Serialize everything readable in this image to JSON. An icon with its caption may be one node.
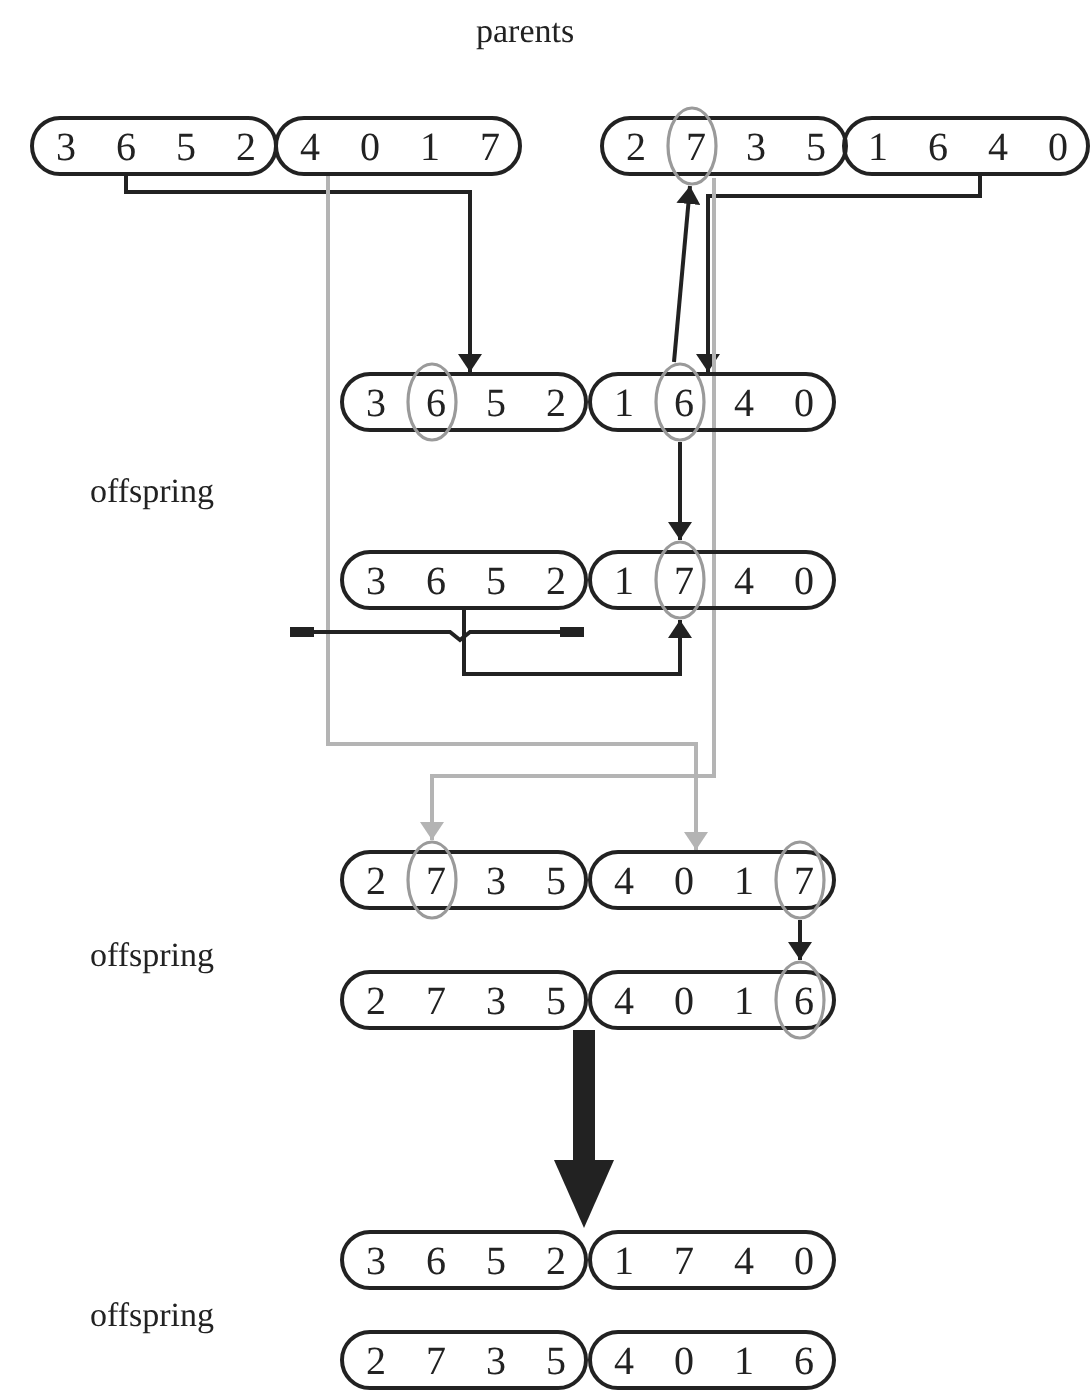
{
  "diagram": {
    "nodes": [
      {
        "text": [
          "3 6 5 2"
        ]
      },
      {
        "text": [
          "4 0 1 7"
        ]
      },
      {
        "text": [
          "2 7 3 5"
        ]
      },
      {
        "text": [
          "1 6 4 0"
        ]
      },
      {
        "text": [],
        "shape": "circle",
        "in": 2
      },
      {
        "text": [
          "3 6 5 2"
        ]
      },
      {
        "text": [],
        "shape": "circle",
        "in": 5
      },
      {
        "text": [
          "1 6 4 0"
        ]
      },
      {
        "text": [],
        "shape": "circle",
        "in": 7
      },
      {
        "text": [
          "3 6 5 2"
        ]
      },
      {
        "text": [
          "1 7 4 0"
        ]
      },
      {
        "text": [],
        "shape": "circle",
        "in": 10
      },
      {
        "text": [
          "2 7 3 5"
        ]
      },
      {
        "text": [],
        "shape": "circle",
        "in": 12
      },
      {
        "text": [
          "4 0 1 7"
        ]
      },
      {
        "text": [],
        "shape": "circle",
        "in": 14
      },
      {
        "text": [
          "2 7 3 5"
        ]
      },
      {
        "text": [
          "4 0 1 6"
        ]
      },
      {
        "text": [],
        "shape": "circle",
        "in": 17
      },
      {
        "text": [
          "3 6 5 2"
        ]
      },
      {
        "text": [
          "1 7 4 0"
        ]
      },
      {
        "text": [
          "2 7 3 5"
        ]
      },
      {
        "text": [
          "4 0 1 6"
        ]
      }
    ],
    "edges": [
      {
        "from": 0,
        "to": 5,
        "arrow": "to"
      },
      {
        "from": 3,
        "to": 7,
        "arrow": "to"
      },
      {
        "from": 8,
        "to": 4,
        "arrow": "to"
      },
      {
        "from": 8,
        "to": 11,
        "arrow": "to"
      },
      {
        "from": 9,
        "to": 11,
        "arrow": "to"
      },
      {
        "from": 4,
        "to": 13,
        "arrow": "to",
        "color": "#b4b4b4"
      },
      {
        "from": 1,
        "to": 14,
        "arrow": "to",
        "color": "#b4b4b4"
      },
      {
        "from": 15,
        "to": 18,
        "arrow": "to"
      },
      {
        "from": 16,
        "to": 19,
        "arrow": "to",
        "style": "thick"
      }
    ],
    "labels": [
      "parents",
      "offspring",
      "offspring",
      "offspring"
    ]
  }
}
